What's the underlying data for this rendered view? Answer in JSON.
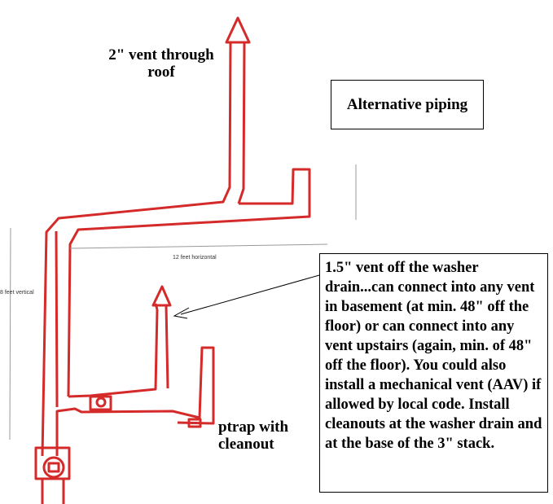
{
  "labels": {
    "vent_roof": "2\" vent through roof",
    "alternative_title": "Alternative piping",
    "ptrap": "ptrap with cleanout",
    "horizontal_dim": "12 feet horizontal",
    "vertical_dim": "8 feet vertical",
    "note": "1.5\" vent off the washer drain...can connect into any vent in basement (at min. 48\" off the floor) or can connect into any vent upstairs (again, min. of 48\" off the floor).  You could also install a mechanical vent (AAV) if allowed by local code.  Install cleanouts at the washer drain and at the base of the 3\" stack."
  },
  "colors": {
    "pipe": "#d42a2a",
    "line": "#000000",
    "dim_line": "#999999"
  }
}
